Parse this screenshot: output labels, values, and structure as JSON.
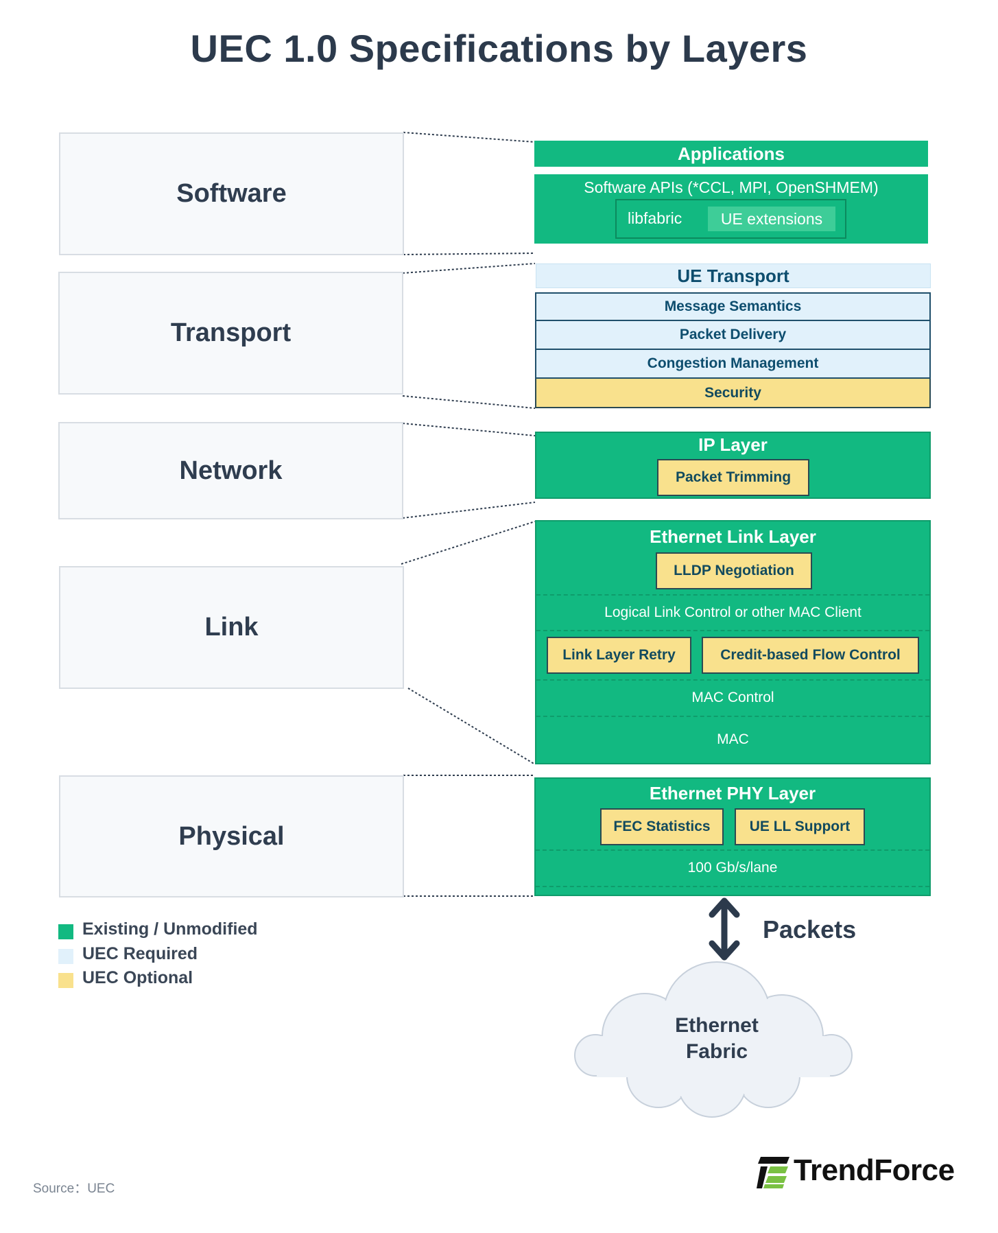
{
  "title": "UEC 1.0 Specifications by Layers",
  "layers": {
    "software": "Software",
    "transport": "Transport",
    "network": "Network",
    "link": "Link",
    "physical": "Physical"
  },
  "software": {
    "applications": "Applications",
    "apis": "Software APIs (*CCL, MPI, OpenSHMEM)",
    "libfabric": "libfabric",
    "ue_extensions": "UE extensions"
  },
  "transport": {
    "header": "UE Transport",
    "message_semantics": "Message Semantics",
    "packet_delivery": "Packet Delivery",
    "congestion_management": "Congestion Management",
    "security": "Security"
  },
  "network": {
    "header": "IP Layer",
    "packet_trimming": "Packet Trimming"
  },
  "link": {
    "header": "Ethernet Link Layer",
    "lldp": "LLDP Negotiation",
    "llc": "Logical Link Control or other MAC Client",
    "link_layer_retry": "Link Layer Retry",
    "credit_flow": "Credit-based Flow Control",
    "mac_control": "MAC Control",
    "mac": "MAC"
  },
  "physical": {
    "header": "Ethernet PHY Layer",
    "fec": "FEC Statistics",
    "ue_ll": "UE LL Support",
    "rate": "100 Gb/s/lane"
  },
  "packets": "Packets",
  "cloud": {
    "line1": "Ethernet",
    "line2": "Fabric"
  },
  "legend": [
    {
      "label": "Existing / Unmodified",
      "color": "#12b981"
    },
    {
      "label": "UEC Required",
      "color": "#e1f1fb"
    },
    {
      "label": "UEC Optional",
      "color": "#f9e18d"
    }
  ],
  "source": "Source：UEC",
  "brand": "TrendForce"
}
